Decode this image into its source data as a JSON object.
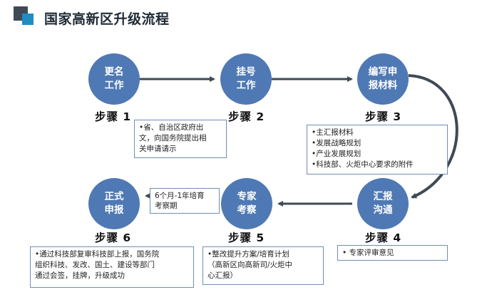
{
  "header": {
    "title": "国家高新区升级流程"
  },
  "steps": [
    {
      "circle": "更名\n工作",
      "label": "步骤 1"
    },
    {
      "circle": "挂号\n工作",
      "label": "步骤 2"
    },
    {
      "circle": "编写申\n报材料",
      "label": "步骤 3"
    },
    {
      "circle": "汇报\n沟通",
      "label": "步骤 4"
    },
    {
      "circle": "专家\n考察",
      "label": "步骤 5"
    },
    {
      "circle": "正式\n申报",
      "label": "步骤 6"
    }
  ],
  "notes": {
    "step1": [
      "•省、自治区政府出",
      "文，向国务院提出相",
      "关申请请示"
    ],
    "step3": [
      "•主汇报材料",
      "•发展战略规划",
      "•产业发展规划",
      "•科技部、火炬中心要求的附件"
    ],
    "step4": [
      "•    专家评审意见"
    ],
    "step5": [
      "•整改提升方案/培育计划",
      "（高新区向高新司/火炬中",
      "心汇报）"
    ],
    "step6": [
      "•通过科技部复审科技部上报，国务院",
      "组织科技、发改、国土、建设等部门",
      "通过会签，挂牌，升级成功"
    ],
    "period": [
      "6个月-1年培育",
      "考察期"
    ]
  }
}
